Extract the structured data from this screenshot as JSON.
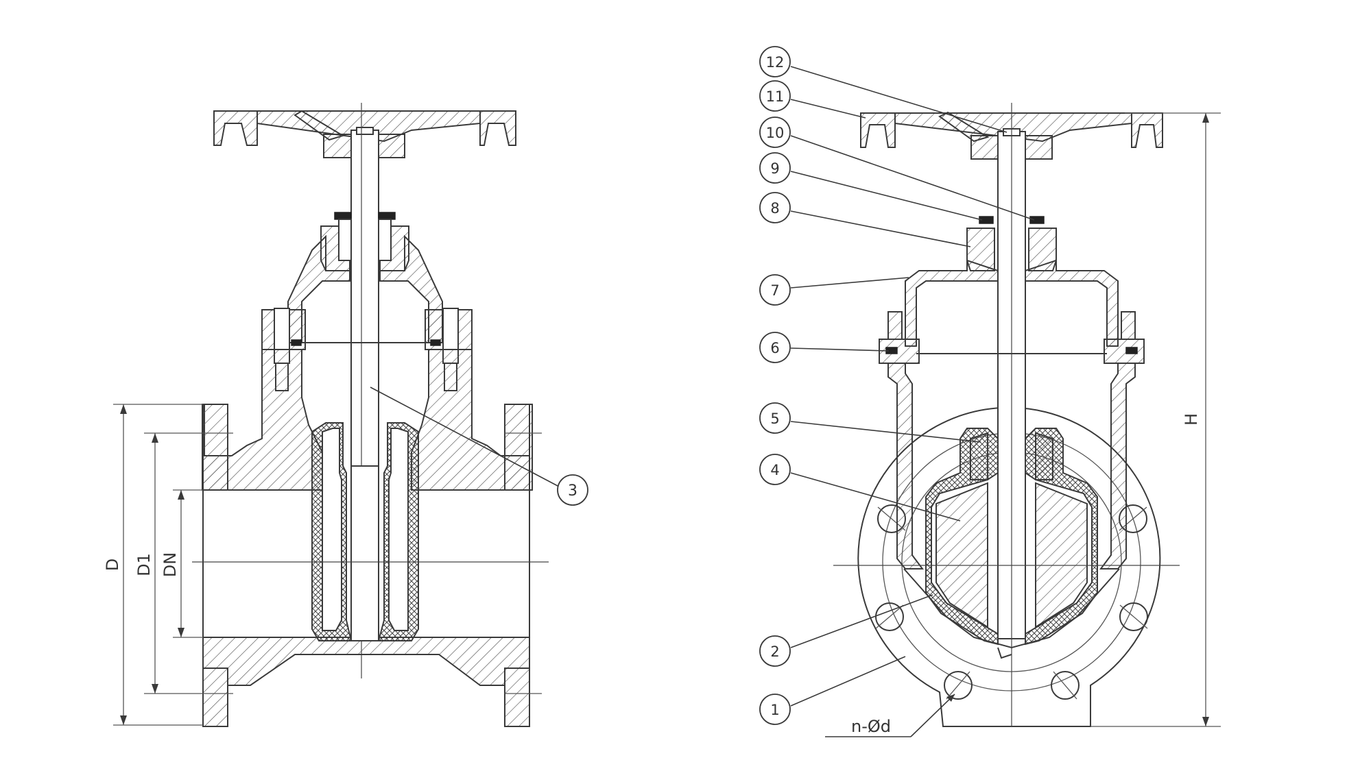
{
  "diagram": {
    "dimension_labels": {
      "d": "D",
      "d1": "D1",
      "dn": "DN",
      "h": "H",
      "bolt_holes": "n-Ød"
    },
    "callouts_left": [
      "3"
    ],
    "callouts_right": [
      "12",
      "11",
      "10",
      "9",
      "8",
      "7",
      "6",
      "5",
      "4",
      "2",
      "1"
    ]
  },
  "colors": {
    "line": "#3a3a3a",
    "background": "#ffffff",
    "gasket": "#222222"
  }
}
